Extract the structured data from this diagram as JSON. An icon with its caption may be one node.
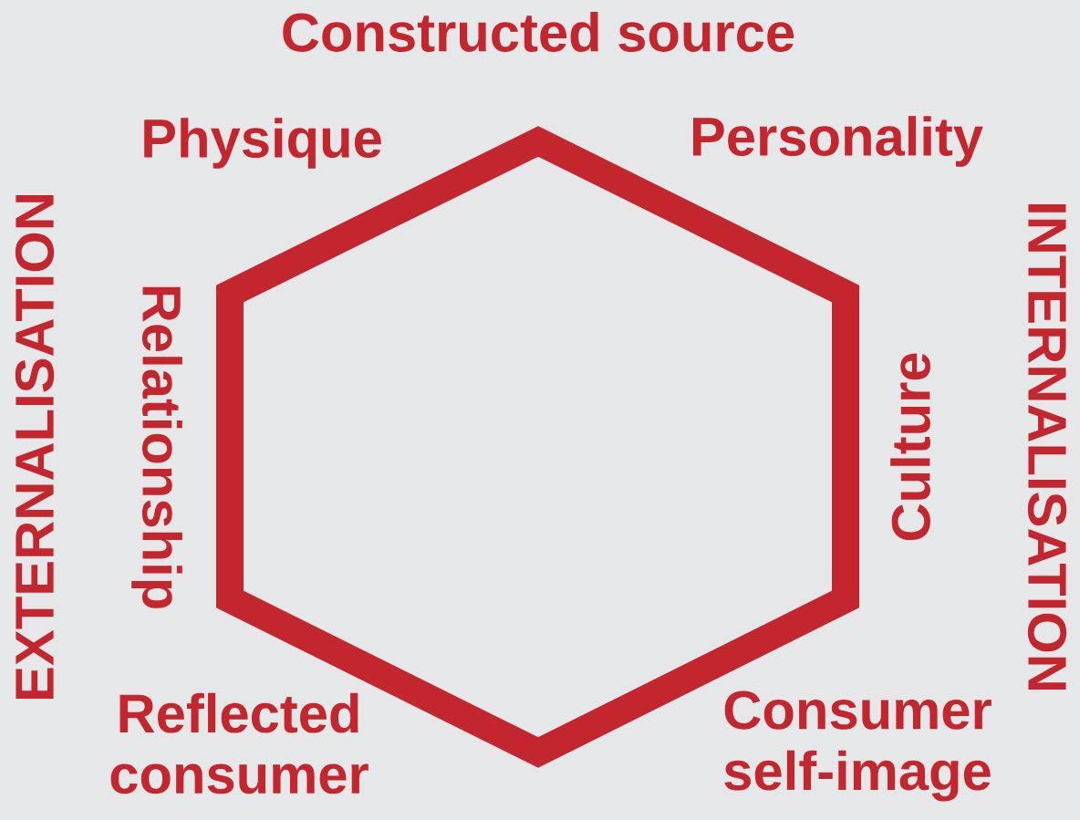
{
  "diagram": {
    "labels": [
      "Constructed source",
      "Physique",
      "Personality",
      "EXTERNALISATION",
      "Relationship",
      "Culture",
      "INTERNALISATION",
      "Reflected consumer",
      "Consumer self-image"
    ]
  }
}
